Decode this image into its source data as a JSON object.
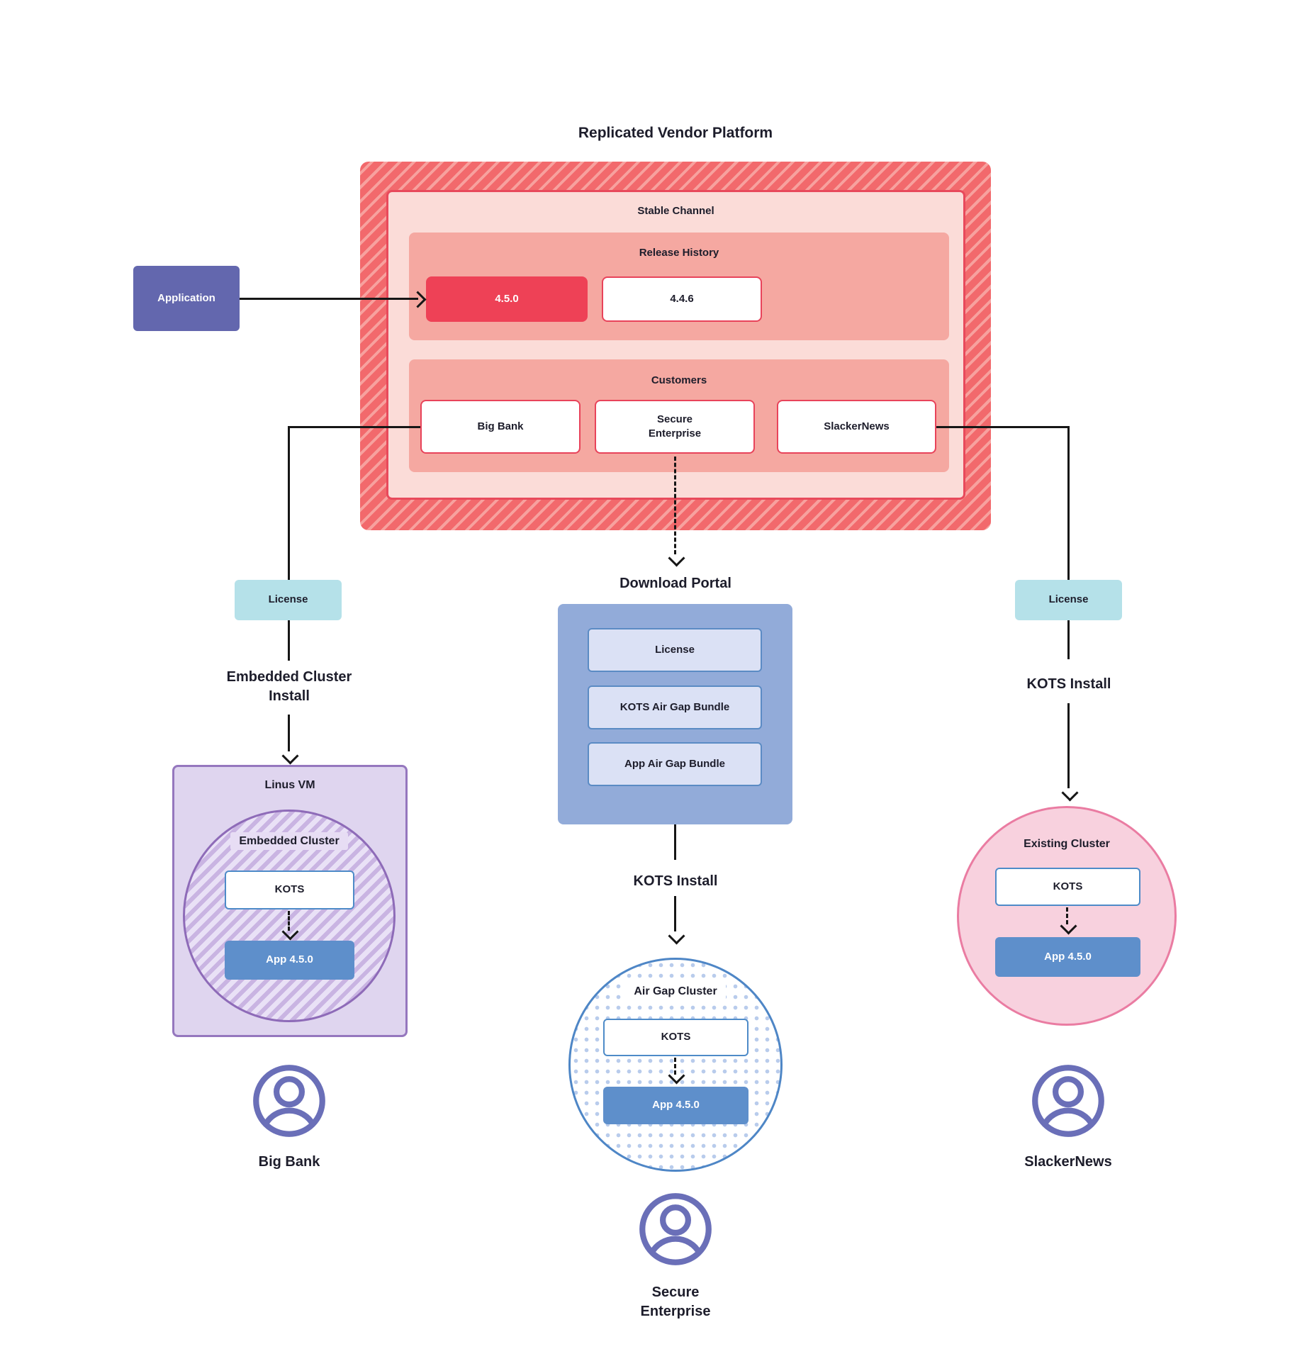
{
  "title": "Replicated Vendor Platform",
  "colors": {
    "platform_stripe_red": "#f2696c",
    "platform_stripe_light": "#f7a19e",
    "stable_channel_bg": "#fbdcd8",
    "red_border": "#e8495b",
    "salmon_panel": "#f5a8a1",
    "release_highlight_red": "#ee4156",
    "application_indigo": "#6367ae",
    "license_teal": "#b5e1e9",
    "portal_blue": "#92abd9",
    "portal_item_bg": "#dbe1f5",
    "kots_border_blue": "#4e8bc8",
    "app_blue": "#5e8fcb",
    "vm_purple_bg": "#dfd5ef",
    "vm_purple_border": "#9577be",
    "embedded_circle_border": "#8e6bb8",
    "pink_circle_bg": "#f8d1de",
    "pink_circle_border": "#ea7ca2",
    "airgap_dot_blue": "#b9ccec",
    "user_icon_indigo": "#6a6fb8",
    "text_dark": "#1d1d2b",
    "connector_black": "#161616"
  },
  "platform": {
    "stable_channel_label": "Stable Channel",
    "release_history": {
      "label": "Release History",
      "releases": [
        {
          "version": "4.5.0",
          "highlighted": true
        },
        {
          "version": "4.4.6",
          "highlighted": false
        }
      ]
    },
    "customers": {
      "label": "Customers",
      "items": [
        "Big Bank",
        "Secure Enterprise",
        "SlackerNews"
      ]
    }
  },
  "application": {
    "label": "Application"
  },
  "left_flow": {
    "license_label": "License",
    "install_label": "Embedded Cluster Install",
    "vm_label": "Linus VM",
    "cluster_label": "Embedded Cluster",
    "kots_label": "KOTS",
    "app_label": "App 4.5.0",
    "user_label": "Big Bank"
  },
  "middle_flow": {
    "portal_title": "Download Portal",
    "portal_items": [
      "License",
      "KOTS Air Gap Bundle",
      "App Air Gap Bundle"
    ],
    "install_label": "KOTS Install",
    "cluster_label": "Air Gap Cluster",
    "kots_label": "KOTS",
    "app_label": "App 4.5.0",
    "user_label": "Secure Enterprise"
  },
  "right_flow": {
    "license_label": "License",
    "install_label": "KOTS Install",
    "cluster_label": "Existing Cluster",
    "kots_label": "KOTS",
    "app_label": "App 4.5.0",
    "user_label": "SlackerNews"
  }
}
